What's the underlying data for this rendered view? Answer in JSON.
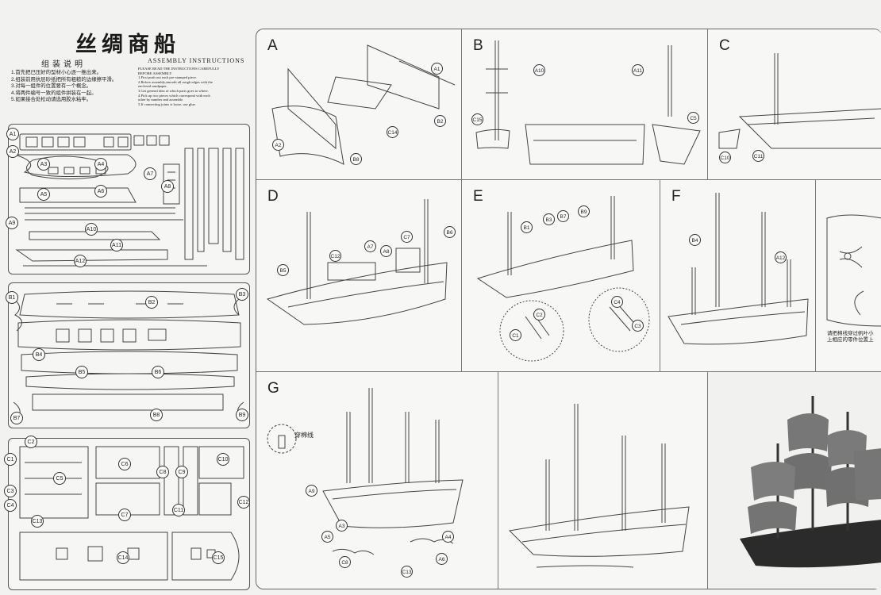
{
  "title": "丝绸商船",
  "header_cn": "组装说明",
  "header_en": "ASSEMBLY    INSTRUCTIONS",
  "steps_cn": [
    "1.首先把已压好的型材小心逐一推出来。",
    "2.组装前用抗层砂纸把所有粗糙的边缘擦平滑。",
    "3.对每一组件的位置要有一个概念。",
    "4.将两件编号一致的组件拼装在一起。",
    "5.如果接合处松动请选用胶水粘牢。"
  ],
  "steps_en": [
    "PLEASE READ THE INSTRUCTIONS CAREFULLY",
    "BEFORE ASSEMBLY",
    "1.First push out each pre-stamped piece.",
    "2.Before assembly,smooth all rough edges with the",
    "   enclosed sandpaper.",
    "3.Get general idea of which parts goes to where.",
    "4.Pick up two pieces which correspond with each",
    "   other by number and assemble.",
    "5.If connecting joints is loose, use glue."
  ],
  "sheet1_labels": [
    "A1",
    "A2",
    "A3",
    "A4",
    "A5",
    "A6",
    "A7",
    "A8",
    "A9",
    "A10",
    "A11",
    "A12"
  ],
  "sheet2_labels": [
    "B1",
    "B2",
    "B3",
    "B4",
    "B5",
    "B6",
    "B7",
    "B8",
    "B9"
  ],
  "sheet3_labels": [
    "C1",
    "C2",
    "C3",
    "C4",
    "C5",
    "C6",
    "C7",
    "C8",
    "C9",
    "C10",
    "C11",
    "C12",
    "C13",
    "C14",
    "C15"
  ],
  "panels": {
    "A": {
      "label": "A",
      "callouts": [
        "A1",
        "A2",
        "B2",
        "C14",
        "B8"
      ]
    },
    "B": {
      "label": "B",
      "callouts": [
        "A10",
        "A11",
        "C15",
        "C5"
      ]
    },
    "C": {
      "label": "C",
      "callouts": [
        "C10",
        "C11"
      ]
    },
    "D": {
      "label": "D",
      "callouts": [
        "B5",
        "C12",
        "A7",
        "A8",
        "C7",
        "B6"
      ]
    },
    "E": {
      "label": "E",
      "callouts": [
        "B1",
        "B3",
        "B7",
        "B9",
        "C2",
        "C1",
        "C4",
        "C3"
      ]
    },
    "F": {
      "label": "F",
      "callouts": [
        "B4",
        "A12"
      ]
    },
    "G": {
      "label": "G",
      "callouts": [
        "A9",
        "A3",
        "A5",
        "C8",
        "A4",
        "A6",
        "C13"
      ]
    }
  },
  "thread_label": "穿棉线",
  "thread_note": "请把棉线穿过帆叶小\n上相应的零件位置上",
  "letters": {
    "a": "a",
    "b": "b",
    "c": "c",
    "d": "d",
    "e": "e",
    "f": "f",
    "g": "g"
  }
}
